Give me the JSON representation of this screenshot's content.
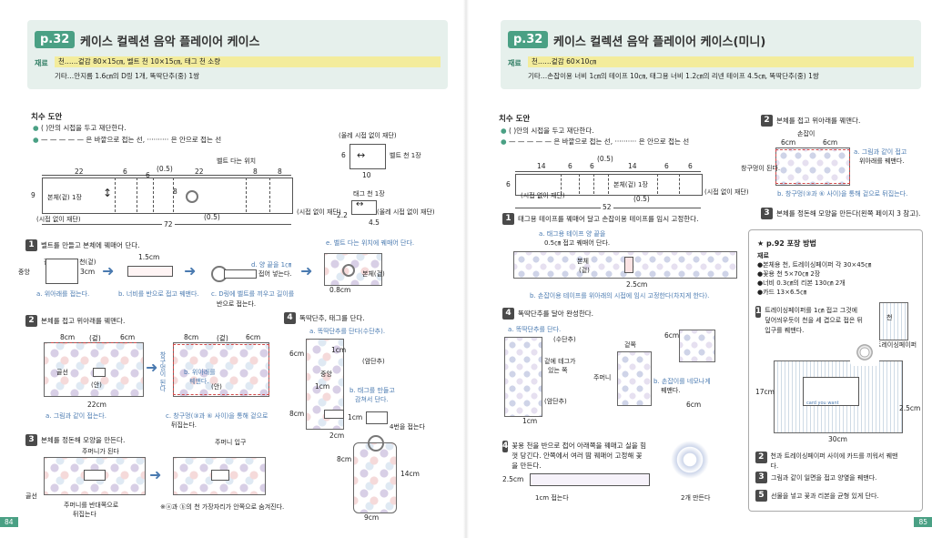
{
  "left": {
    "badge": "p.32",
    "title": "케이스 컬렉션  음악 플레이어 케이스",
    "materials_key": "재료",
    "materials_line1": "천……겉감 80×15㎝, 벨트 천 10×15㎝, 태그 천 소량",
    "materials_line2": "기타…안지름 1.6㎝의 D링 1개, 똑딱단추(중) 1쌍",
    "section_title": "치수 도안",
    "legend1": "(   )안의 시접을 두고 재단한다.",
    "legend2": "— — — — — 은 바깥으로 접는 선, ·········· 은 안으로 접는 선",
    "dims": {
      "d22a": "22",
      "d6a": "6",
      "d05": "(0.5)",
      "d6b": "6",
      "d22b": "22",
      "d8a": "8",
      "d8b": "8",
      "d9": "9",
      "d8c": "8",
      "d72": "72",
      "d05b": "(0.5)"
    },
    "body_label": "본체(겉) 1장",
    "belt_pos": "벨트 다는 위치",
    "no_seam_l": "(시접 없이 재단)",
    "no_seam_r": "(시접 없이 재단)",
    "belt_piece": {
      "note": "(올레 시접 없이 재단)",
      "label": "벨트 천 1장",
      "d6": "6",
      "d10": "10"
    },
    "tag_piece": {
      "label": "태그 천 1장",
      "note": "(올레 시접 없이 재단)",
      "d22": "2.2",
      "d45": "4.5"
    },
    "step1": "벨트를 만들고 본체에 꿰매어 단다.",
    "s1_labels": {
      "fold": "접힘",
      "belt": "벨트 천(겉)",
      "center": "중앙",
      "d3": "3cm",
      "a": "a. 위아래를 접는다.",
      "d15": "1.5cm",
      "b": "b. 너비를 반으로 접고 꿰맨다.",
      "d": "d. 양 끝을 1㎝",
      "d2": "접어 넣는다.",
      "c": "c. D링에 벨트를 끼우고 길이를",
      "c2": "반으로 접는다.",
      "e": "e. 벨트 다는 위치에 꿰매어 단다.",
      "body": "본체(겉)",
      "d08": "0.8cm"
    },
    "step2": "본체를 접고 위아래를 꿰맨다.",
    "s2_labels": {
      "d8": "8cm",
      "out": "(겉)",
      "d6": "6cm",
      "lining": "골선",
      "in": "(안)",
      "d22": "22cm",
      "a": "a. 그림과 같이 접는다.",
      "side": "창구멍이 된다",
      "b": "b. 위아래를",
      "b2": "꿰맨다.",
      "c": "c. 창구멍(③과 ⑥ 사이)을 통해 겉으로",
      "c2": "뒤집는다."
    },
    "step3": "본체를 정돈해 모양을 만든다.",
    "s3_labels": {
      "pocket": "주머니가 된다",
      "fold": "골선",
      "note": "주머니를 반대쪽으로",
      "note2": "뒤집는다",
      "opening": "주머니 입구",
      "remark": "※ⓐ과 ⓑ의 천 가장자리가 안쪽으로 숨겨진다."
    },
    "step4": "똑딱단추, 태그를 단다.",
    "s4_labels": {
      "a": "a. 똑딱단추를 단다(수단추).",
      "d6": "6cm",
      "d1": "1cm",
      "center": "중앙",
      "f": "(암단추)",
      "b": "b. 태그를 만들고",
      "b2": "감쳐서 단다.",
      "d1b": "1cm",
      "d8": "8cm",
      "d1c": "1cm",
      "fold": "4번을 접는다",
      "d2": "2cm",
      "d8b": "8cm",
      "d14": "14cm",
      "d9": "9cm"
    },
    "page_number": "84"
  },
  "right": {
    "badge": "p.32",
    "title": "케이스 컬렉션  음악 플레이어 케이스(미니)",
    "materials_key": "재료",
    "materials_line1": "천……겉감 60×10㎝",
    "materials_line2": "기타…손잡이용 너비 1㎝의 테이프 10㎝, 태그용 너비 1.2㎝의 리넨 테이프 4.5㎝, 똑딱단추(중) 1쌍",
    "section_title": "치수 도안",
    "legend1": "(   )안의 시접을 두고 재단한다.",
    "legend2": "— — — — — 은 바깥으로 접는 선, ·········· 은 안으로 접는 선",
    "dims": {
      "d14a": "14",
      "d6a": "6",
      "d05": "(0.5)",
      "d6b": "6",
      "d14b": "14",
      "d6c": "6",
      "d6d": "6",
      "d6e": "6",
      "d52": "52",
      "d05b": "(0.5)"
    },
    "body_label": "본체(겉) 1장",
    "no_seam_l": "(시접 없이 재단)",
    "no_seam_r": "(시접 없이 재단)",
    "step1": "태그용 테이프를 꿰매어 달고 손잡이용 테이프를 임시 고정한다.",
    "s1_labels": {
      "a": "a. 태그용 테이프 양 끝을",
      "a2": "0.5㎝ 접고 꿰매어 단다.",
      "body": "본체",
      "out": "(겉)",
      "d25": "2.5cm",
      "b": "b. 손잡이용 테이프를 위아래의 시접에 임시 고정한다(차지게 한다)."
    },
    "step2": "본체를 접고 위아래를 꿰맨다.",
    "s2_labels": {
      "handle": "손잡이",
      "d6a": "6cm",
      "d6b": "6cm",
      "a": "a. 그림과 같이 접고",
      "a2": "위아래를 꿰맨다.",
      "side": "창구멍이 된다.",
      "b": "b. 창구멍(③과 ⑥ 사이)을 통해 겉으로 뒤집는다."
    },
    "step3": "본체를 정돈해 모양을 만든다(왼쪽 페이지 3 참고).",
    "step4": "똑딱단추를 달아 완성한다.",
    "s4_labels": {
      "a": "a. 똑딱단추를 단다.",
      "m": "(수단추)",
      "note": "겉에 테그가",
      "note2": "있는 쪽",
      "f": "(암단추)",
      "d1": "1cm",
      "front": "겉쪽",
      "pocket": "주머니",
      "d6": "6cm",
      "b": "b. 손잡이를 네모나게",
      "b2": "꿰맨다.",
      "d6b": "6cm"
    },
    "wrap_title": "★ p.92 포장 방법",
    "wrap_key": "재료",
    "wrap_items": [
      "●본체용 천, 트레이싱페이퍼 각 30×45㎝",
      "●꽃용 천 5×70㎝ 2장",
      "●너비 0.3㎝의 리본 130㎝ 2개",
      "●카드 13×6.5㎝"
    ],
    "w1": "트레이싱페이퍼를 1㎝ 접고 그것에 덮어씌우듯이 천을 세 겹으로 접은 뒤 입구를 꿰맨다.",
    "w1_labels": {
      "fabric": "천",
      "paper": "트레이싱페이퍼",
      "d17": "17cm",
      "d30": "30cm",
      "d25": "2.5cm",
      "card": "card you want"
    },
    "w2": "천과 트레이싱페이퍼 사이에 카드를 끼워서 꿰맨다.",
    "w3": "그림과 같이 일면을 접고 양옆을 꿰맨다.",
    "w5": "선물을 넣고 꽃과 리본을 균형 있게 단다.",
    "flower_step": "꽃용 천을 반으로 접어 아래쪽을 꿰매고 실을 힘껏 당긴다. 안쪽에서 여러 땀 꿰매어 고정해 꽃을 만든다.",
    "flower_labels": {
      "d25": "2.5cm",
      "d1": "1cm 접는다",
      "twice": "2개 만든다"
    },
    "page_number": "85"
  }
}
